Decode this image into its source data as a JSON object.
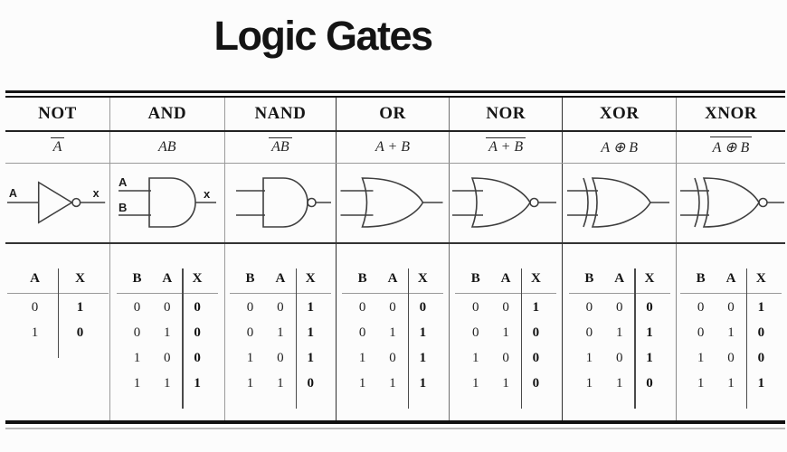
{
  "page": {
    "title": "Logic Gates"
  },
  "colors": {
    "background": "#fcfcfc",
    "text": "#1b1b1b",
    "rule_dark": "#151515",
    "rule_light": "#9a9a9a"
  },
  "gates": [
    {
      "name": "NOT",
      "expression": {
        "text": "A",
        "overline": true
      },
      "symbol": "not-gate",
      "symbol_labels": {
        "input_a": "A",
        "output": "x"
      },
      "truth_table": {
        "headers": [
          "A",
          "X"
        ],
        "rows": [
          [
            "0",
            "1"
          ],
          [
            "1",
            "0"
          ]
        ]
      }
    },
    {
      "name": "AND",
      "expression": {
        "text": "AB",
        "overline": false
      },
      "symbol": "and-gate",
      "symbol_labels": {
        "input_a": "A",
        "input_b": "B",
        "output": "x"
      },
      "truth_table": {
        "headers": [
          "B",
          "A",
          "X"
        ],
        "rows": [
          [
            "0",
            "0",
            "0"
          ],
          [
            "0",
            "1",
            "0"
          ],
          [
            "1",
            "0",
            "0"
          ],
          [
            "1",
            "1",
            "1"
          ]
        ]
      }
    },
    {
      "name": "NAND",
      "expression": {
        "text": "AB",
        "overline": true
      },
      "symbol": "nand-gate",
      "truth_table": {
        "headers": [
          "B",
          "A",
          "X"
        ],
        "rows": [
          [
            "0",
            "0",
            "1"
          ],
          [
            "0",
            "1",
            "1"
          ],
          [
            "1",
            "0",
            "1"
          ],
          [
            "1",
            "1",
            "0"
          ]
        ]
      }
    },
    {
      "name": "OR",
      "expression": {
        "text": "A + B",
        "overline": false
      },
      "symbol": "or-gate",
      "truth_table": {
        "headers": [
          "B",
          "A",
          "X"
        ],
        "rows": [
          [
            "0",
            "0",
            "0"
          ],
          [
            "0",
            "1",
            "1"
          ],
          [
            "1",
            "0",
            "1"
          ],
          [
            "1",
            "1",
            "1"
          ]
        ]
      }
    },
    {
      "name": "NOR",
      "expression": {
        "text": "A + B",
        "overline": true
      },
      "symbol": "nor-gate",
      "truth_table": {
        "headers": [
          "B",
          "A",
          "X"
        ],
        "rows": [
          [
            "0",
            "0",
            "1"
          ],
          [
            "0",
            "1",
            "0"
          ],
          [
            "1",
            "0",
            "0"
          ],
          [
            "1",
            "1",
            "0"
          ]
        ]
      }
    },
    {
      "name": "XOR",
      "expression": {
        "text": "A ⊕ B",
        "overline": false
      },
      "symbol": "xor-gate",
      "truth_table": {
        "headers": [
          "B",
          "A",
          "X"
        ],
        "rows": [
          [
            "0",
            "0",
            "0"
          ],
          [
            "0",
            "1",
            "1"
          ],
          [
            "1",
            "0",
            "1"
          ],
          [
            "1",
            "1",
            "0"
          ]
        ]
      }
    },
    {
      "name": "XNOR",
      "expression": {
        "text": "A ⊕ B",
        "overline": true
      },
      "symbol": "xnor-gate",
      "truth_table": {
        "headers": [
          "B",
          "A",
          "X"
        ],
        "rows": [
          [
            "0",
            "0",
            "1"
          ],
          [
            "0",
            "1",
            "0"
          ],
          [
            "1",
            "0",
            "0"
          ],
          [
            "1",
            "1",
            "1"
          ]
        ]
      }
    }
  ]
}
